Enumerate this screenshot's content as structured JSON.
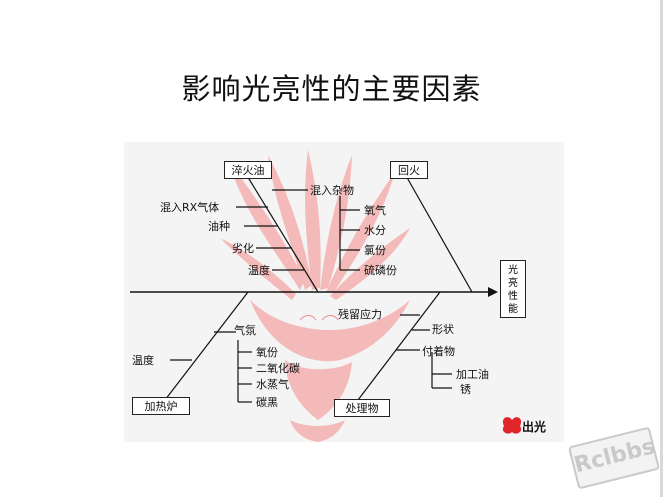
{
  "title": "影响光亮性的主要因素",
  "effect": [
    "光",
    "亮",
    "性",
    "能"
  ],
  "boxes": {
    "quench_oil": "淬火油",
    "tempering": "回火",
    "furnace": "加热炉",
    "workpiece": "处理物"
  },
  "quench_oil_factors": {
    "impurity": "混入杂物",
    "rx_gas": "混入RX气体",
    "oil_type": "油种",
    "degradation": "劣化",
    "temperature": "温度"
  },
  "impurity_items": [
    "氧气",
    "水分",
    "氯份",
    "硫磷份"
  ],
  "workpiece_factors": {
    "residual_stress": "残留应力",
    "shape": "形状",
    "deposits": "付着物"
  },
  "deposit_items": [
    "加工油",
    "锈"
  ],
  "furnace_factors": {
    "atmosphere": "气氛",
    "temperature": "温度"
  },
  "atmosphere_items": [
    "氧份",
    "二氧化碳",
    "水蒸气",
    "碳黑"
  ],
  "brand_text": "出光",
  "watermark": "Rclbbs",
  "colors": {
    "flame": "#f4b9b9",
    "flame_dark": "#e88f8f",
    "logo": "#e0262a"
  }
}
